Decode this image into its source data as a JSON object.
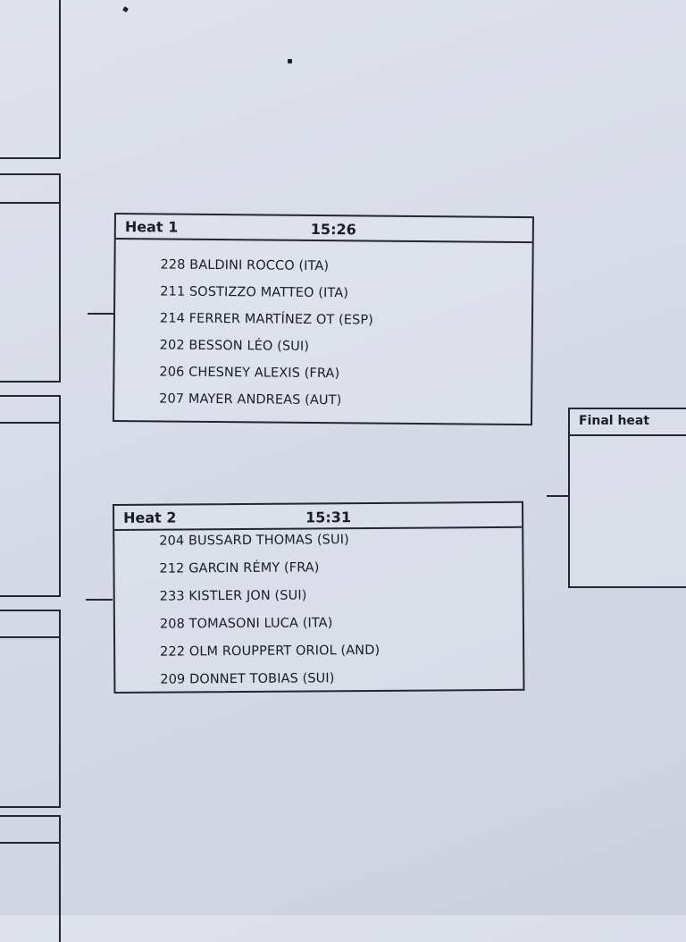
{
  "heats": [
    {
      "title": "Heat 1",
      "time": "15:26",
      "entries": [
        "228 BALDINI ROCCO (ITA)",
        "211 SOSTIZZO MATTEO (ITA)",
        "214 FERRER MARTÍNEZ OT (ESP)",
        "202 BESSON LÉO (SUI)",
        "206 CHESNEY ALEXIS (FRA)",
        "207 MAYER ANDREAS (AUT)"
      ]
    },
    {
      "title": "Heat 2",
      "time": "15:31",
      "entries": [
        "204 BUSSARD THOMAS (SUI)",
        "212 GARCIN RÉMY (FRA)",
        "233 KISTLER JON (SUI)",
        "208 TOMASONI LUCA (ITA)",
        "222 OLM ROUPPERT ORIOL (AND)",
        "209 DONNET TOBIAS (SUI)"
      ]
    }
  ],
  "final": {
    "title": "Final heat"
  }
}
